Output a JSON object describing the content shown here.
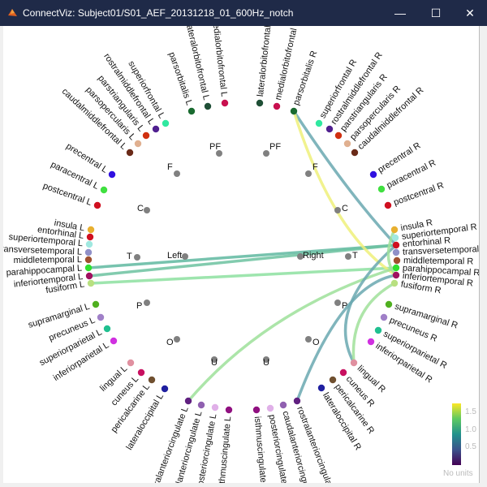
{
  "window": {
    "title": "ConnectViz: Subject01/S01_AEF_20131218_01_600Hz_notch",
    "minimize_icon": "minimize-icon",
    "maximize_icon": "maximize-icon",
    "close_icon": "close-icon"
  },
  "nodes": [
    {
      "name": "parsorbitalis L",
      "color": "#1a6b30"
    },
    {
      "name": "lateralorbitofrontal L",
      "color": "#1f4f36"
    },
    {
      "name": "medialorbitofrontal L",
      "color": "#c8104f"
    },
    {
      "name": "lateralorbitofrontal R",
      "color": "#1f4f36"
    },
    {
      "name": "medialorbitofrontal R",
      "color": "#c8104f"
    },
    {
      "name": "parsorbitalis R",
      "color": "#1a6b30"
    },
    {
      "name": "superiorfrontal L",
      "color": "#30e8a0"
    },
    {
      "name": "rostralmiddlefrontal L",
      "color": "#502090"
    },
    {
      "name": "parstriangularis L",
      "color": "#d03010"
    },
    {
      "name": "parsopercularis L",
      "color": "#e0b090"
    },
    {
      "name": "caudalmiddlefrontal L",
      "color": "#6a2a18"
    },
    {
      "name": "superiorfrontal R",
      "color": "#30e8a0"
    },
    {
      "name": "rostralmiddlefrontal R",
      "color": "#502090"
    },
    {
      "name": "parstriangularis R",
      "color": "#d03010"
    },
    {
      "name": "parsopercularis R",
      "color": "#e0b090"
    },
    {
      "name": "caudalmiddlefrontal R",
      "color": "#6a2a18"
    },
    {
      "name": "precentral L",
      "color": "#3010e0"
    },
    {
      "name": "paracentral L",
      "color": "#40e040"
    },
    {
      "name": "postcentral L",
      "color": "#d01020"
    },
    {
      "name": "precentral R",
      "color": "#3010e0"
    },
    {
      "name": "paracentral R",
      "color": "#40e040"
    },
    {
      "name": "postcentral R",
      "color": "#d01020"
    },
    {
      "name": "insula L",
      "color": "#e8b030"
    },
    {
      "name": "entorhinal L",
      "color": "#d01020"
    },
    {
      "name": "superiortemporal L",
      "color": "#a0e8e0"
    },
    {
      "name": "transversetemporal L",
      "color": "#9090c8"
    },
    {
      "name": "middletemporal L",
      "color": "#a05030"
    },
    {
      "name": "parahippocampal L",
      "color": "#30e030"
    },
    {
      "name": "inferiortemporal L",
      "color": "#a01060"
    },
    {
      "name": "fusiform L",
      "color": "#b8e080"
    },
    {
      "name": "insula R",
      "color": "#e8b030"
    },
    {
      "name": "superiortemporal R",
      "color": "#a0e8e0"
    },
    {
      "name": "entorhinal R",
      "color": "#d01020"
    },
    {
      "name": "transversetemporal R",
      "color": "#9090c8"
    },
    {
      "name": "middletemporal R",
      "color": "#a05030"
    },
    {
      "name": "parahippocampal R",
      "color": "#30e030"
    },
    {
      "name": "inferiortemporal R",
      "color": "#a01060"
    },
    {
      "name": "fusiform R",
      "color": "#b8e080"
    },
    {
      "name": "supramarginal L",
      "color": "#50b020"
    },
    {
      "name": "precuneus L",
      "color": "#a080c8"
    },
    {
      "name": "superiorparietal L",
      "color": "#20c090"
    },
    {
      "name": "inferiorparietal L",
      "color": "#d030e0"
    },
    {
      "name": "supramarginal R",
      "color": "#50b020"
    },
    {
      "name": "precuneus R",
      "color": "#a080c8"
    },
    {
      "name": "superiorparietal R",
      "color": "#20c090"
    },
    {
      "name": "inferiorparietal R",
      "color": "#d030e0"
    },
    {
      "name": "lingual L",
      "color": "#e090a0"
    },
    {
      "name": "cuneus L",
      "color": "#c81060"
    },
    {
      "name": "pericalcarine L",
      "color": "#705030"
    },
    {
      "name": "lateraloccipital L",
      "color": "#2020a0"
    },
    {
      "name": "lingual R",
      "color": "#e090a0"
    },
    {
      "name": "cuneus R",
      "color": "#c81060"
    },
    {
      "name": "pericalcarine R",
      "color": "#705030"
    },
    {
      "name": "lateraloccipital R",
      "color": "#2020a0"
    },
    {
      "name": "rostralanteriorcingulate L",
      "color": "#602080"
    },
    {
      "name": "caudalanteriorcingulate L",
      "color": "#9060b0"
    },
    {
      "name": "posteriorcingulate L",
      "color": "#e0b0e8"
    },
    {
      "name": "isthmuscingulate L",
      "color": "#901080"
    },
    {
      "name": "isthmuscingulate R",
      "color": "#901080"
    },
    {
      "name": "posteriorcingulate R",
      "color": "#e0b0e8"
    },
    {
      "name": "caudalanteriorcingulate R",
      "color": "#9060b0"
    },
    {
      "name": "rostralanteriorcingulate R",
      "color": "#602080"
    }
  ],
  "regions": [
    "PF",
    "PF",
    "F",
    "F",
    "C",
    "C",
    "T",
    "T",
    "Left",
    "Right",
    "P",
    "P",
    "O",
    "O",
    "U",
    "U"
  ],
  "edges": [
    {
      "source": "entorhinal R",
      "target": "parahippocampal L",
      "value": 1.0,
      "color": "#5fb8a0"
    },
    {
      "source": "entorhinal R",
      "target": "inferiortemporal L",
      "value": 1.0,
      "color": "#6cc2a0"
    },
    {
      "source": "parahippocampal R",
      "target": "fusiform L",
      "value": 1.3,
      "color": "#8de0a0"
    },
    {
      "source": "entorhinal R",
      "target": "parsorbitalis R",
      "value": 0.9,
      "color": "#6aa8b0"
    },
    {
      "source": "inferiortemporal R",
      "target": "parsorbitalis R",
      "value": 1.7,
      "color": "#eef07a"
    },
    {
      "source": "parahippocampal R",
      "target": "rostralanteriorcingulate L",
      "value": 1.3,
      "color": "#9ee09a"
    },
    {
      "source": "entorhinal R",
      "target": "lingual R",
      "value": 0.9,
      "color": "#6aa8b0"
    },
    {
      "source": "inferiortemporal R",
      "target": "rostralanteriorcingulate R",
      "value": 0.9,
      "color": "#6aa8b0"
    },
    {
      "source": "fusiform R",
      "target": "lingual R",
      "value": 1.3,
      "color": "#a0e09a"
    },
    {
      "source": "insula R",
      "target": "inferiortemporal R",
      "value": 1.3,
      "color": "#a0e09a"
    }
  ],
  "colorbar": {
    "ticks": [
      "1.5",
      "1.0",
      "0.5"
    ],
    "unit_label": "No units",
    "colormap": [
      "#440154",
      "#3b528b",
      "#21918c",
      "#5ec962",
      "#fde725"
    ]
  }
}
